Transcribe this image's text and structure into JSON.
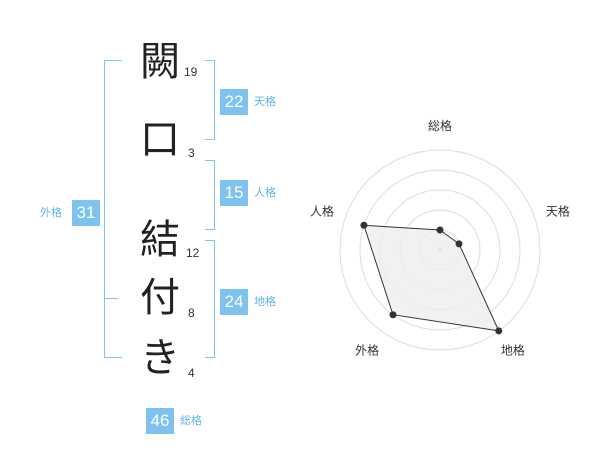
{
  "name_chars": [
    {
      "char": "闕",
      "strokes": "19"
    },
    {
      "char": "口",
      "strokes": "3"
    },
    {
      "char": "結",
      "strokes": "12"
    },
    {
      "char": "付",
      "strokes": "8"
    },
    {
      "char": "き",
      "strokes": "4"
    }
  ],
  "scores": {
    "tenkaku": {
      "value": "22",
      "label": "天格"
    },
    "jinkaku": {
      "value": "15",
      "label": "人格"
    },
    "chikaku": {
      "value": "24",
      "label": "地格"
    },
    "gaikaku": {
      "value": "31",
      "label": "外格"
    },
    "soukaku": {
      "value": "46",
      "label": "総格"
    }
  },
  "chart_data": {
    "type": "radar",
    "axes": [
      "総格",
      "天格",
      "地格",
      "外格",
      "人格"
    ],
    "values": [
      1,
      1,
      5,
      4,
      4
    ],
    "rings": 5,
    "max": 5,
    "colors": {
      "fill": "#eeeeee",
      "stroke": "#333333",
      "grid": "#dddddd",
      "point": "#333333"
    }
  }
}
